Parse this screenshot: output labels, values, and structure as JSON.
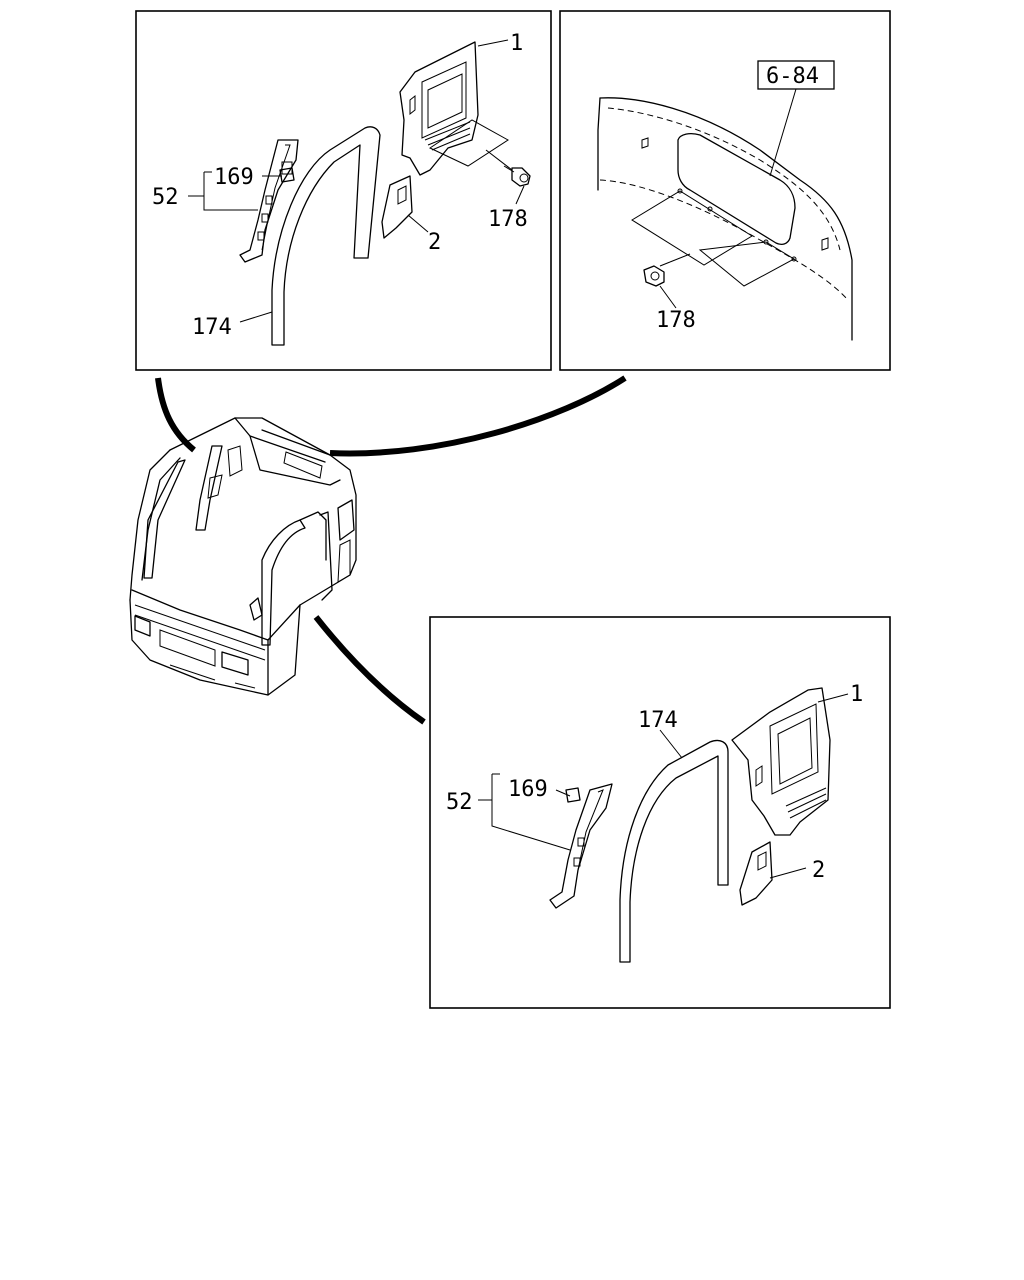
{
  "top_left": {
    "labels": {
      "p1": "1",
      "p2": "2",
      "p52": "52",
      "p169": "169",
      "p174": "174",
      "p178": "178"
    }
  },
  "top_right": {
    "ref": "6-84",
    "labels": {
      "p178": "178"
    }
  },
  "bottom_right": {
    "labels": {
      "p1": "1",
      "p2": "2",
      "p52": "52",
      "p169": "169",
      "p174": "174"
    }
  }
}
